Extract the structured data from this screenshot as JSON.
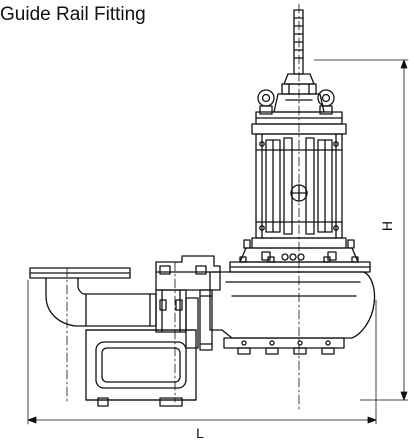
{
  "title": "Guide Rail Fitting",
  "dimensions": {
    "height_label": "H",
    "length_label": "L"
  }
}
